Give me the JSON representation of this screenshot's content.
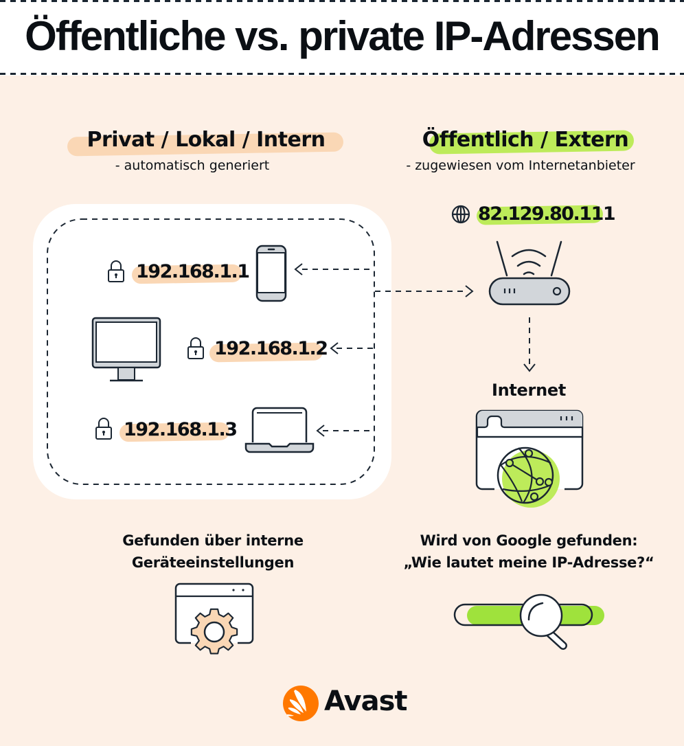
{
  "title": "Öffentliche vs. private IP-Adressen",
  "private": {
    "heading": "Privat / Lokal / Intern",
    "subheading": "- automatisch generiert",
    "highlight_color": "#fad7b5",
    "devices": [
      {
        "type": "smartphone",
        "ip": "192.168.1.1",
        "icon": "lock-icon"
      },
      {
        "type": "desktop-monitor",
        "ip": "192.168.1.2",
        "icon": "lock-icon"
      },
      {
        "type": "laptop",
        "ip": "192.168.1.3",
        "icon": "lock-icon"
      }
    ],
    "caption_line1": "Gefunden über interne",
    "caption_line2": "Geräteeinstellungen",
    "caption_icon": "settings-window-gear-icon"
  },
  "public": {
    "heading": "Öffentlich / Extern",
    "subheading": "- zugewiesen vom Internetanbieter",
    "highlight_color": "#bdeb5a",
    "ip": "82.129.80.111",
    "ip_icon": "globe-icon",
    "router_icon": "wifi-router-icon",
    "internet_label": "Internet",
    "internet_icon": "browser-globe-icon",
    "caption_line1": "Wird von Google gefunden:",
    "caption_line2": "„Wie lautet meine IP-Adresse?“",
    "caption_icon": "search-bar-magnifier-icon"
  },
  "footer": {
    "brand": "Avast",
    "brand_color": "#ff7800"
  },
  "colors": {
    "background": "#fdf0e6",
    "ink": "#1b2632",
    "device_fill": "#d2d6da",
    "accent_green": "#9fe23c"
  }
}
